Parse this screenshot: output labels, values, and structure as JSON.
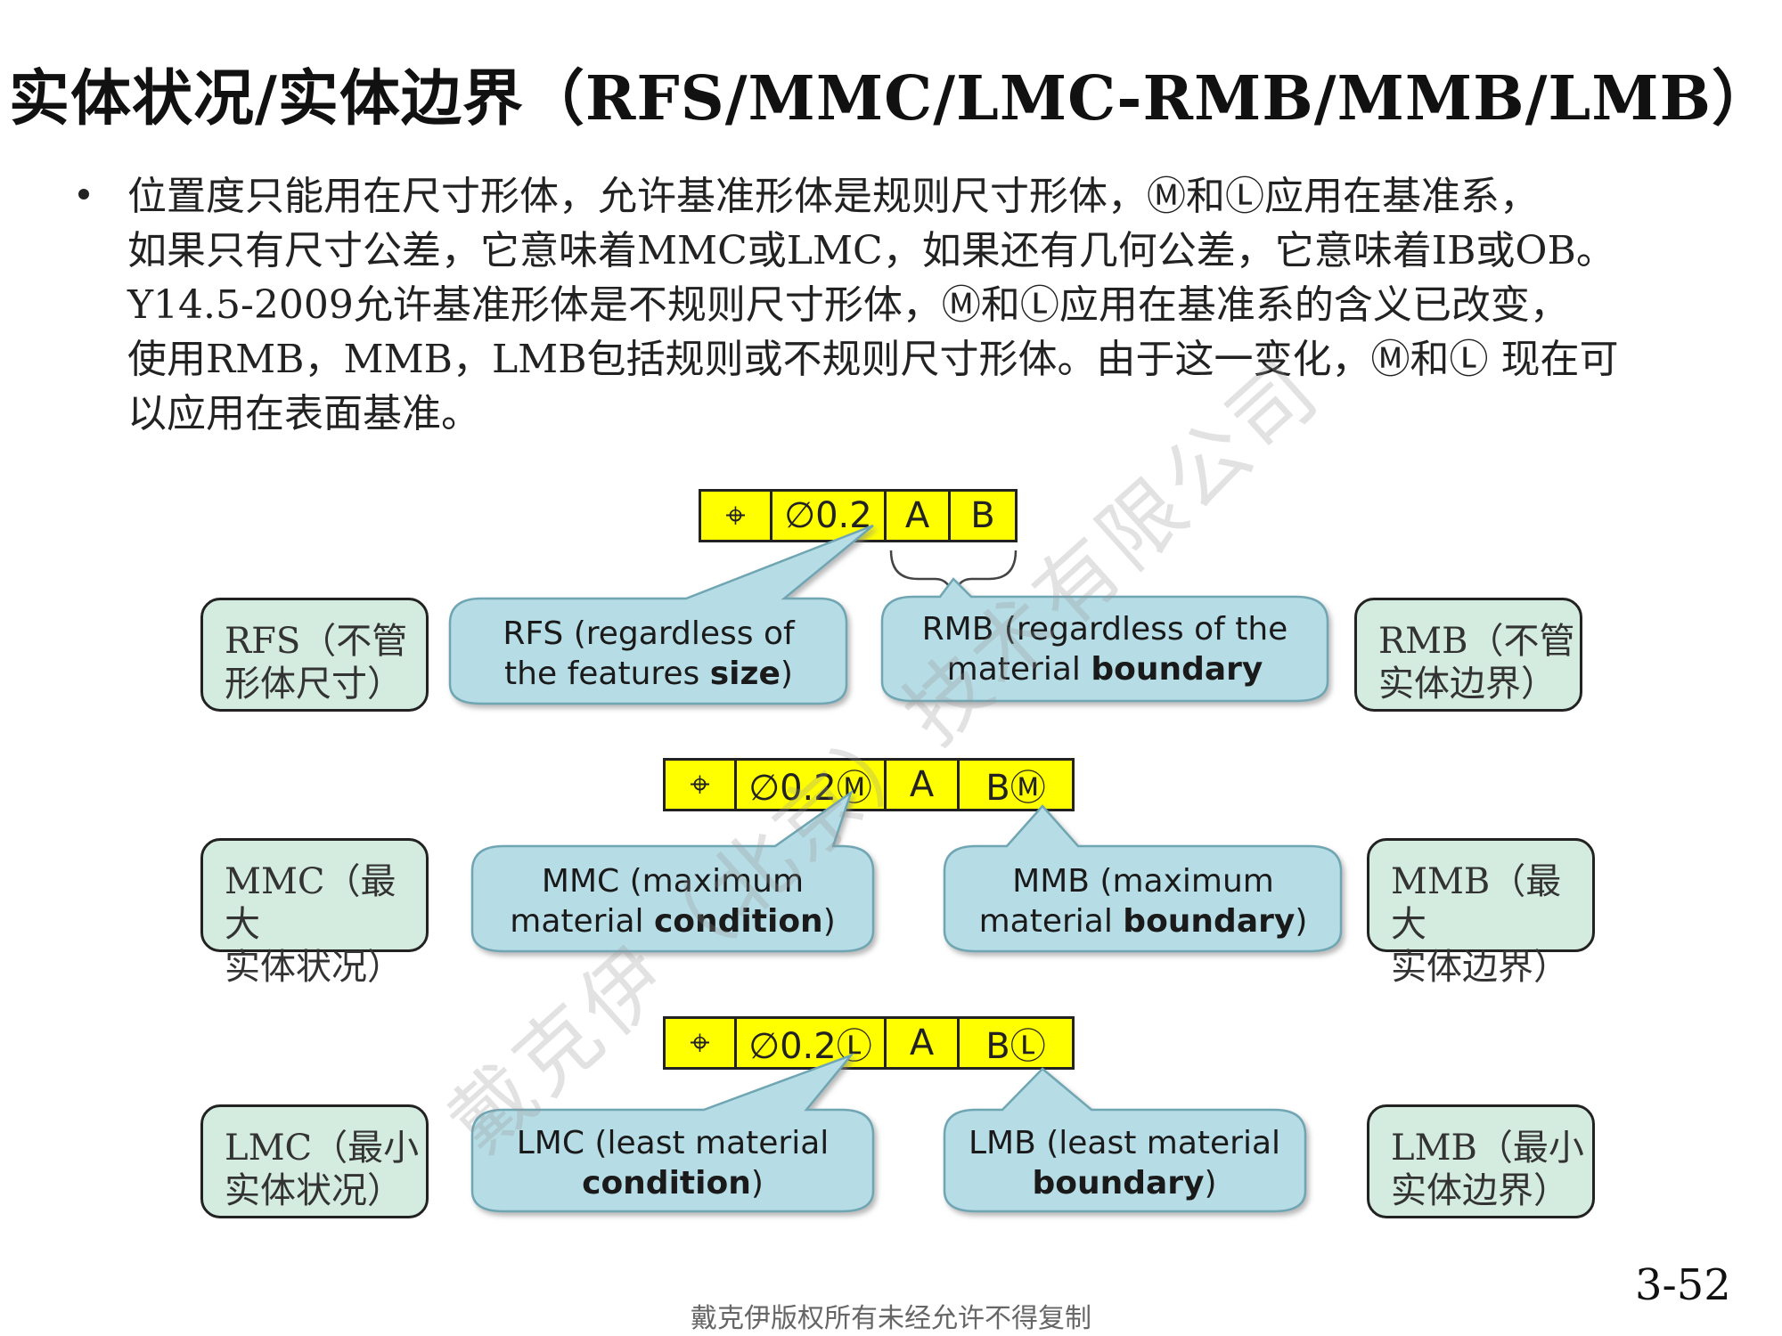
{
  "title": "实体状况/实体边界（RFS/MMC/LMC-RMB/MMB/LMB）",
  "paragraph": {
    "lines": [
      "位置度只能用在尺寸形体，允许基准形体是规则尺寸形体，Ⓜ和Ⓛ应用在基准系，",
      "如果只有尺寸公差，它意味着MMC或LMC，如果还有几何公差，它意味着IB或OB。",
      "Y14.5-2009允许基准形体是不规则尺寸形体，Ⓜ和Ⓛ应用在基准系的含义已改变，",
      "使用RMB，MMB，LMB包括规则或不规则尺寸形体。由于这一变化，Ⓜ和Ⓛ 现在可",
      "以应用在表面基准。"
    ]
  },
  "frames": [
    {
      "symbol": "⌖",
      "tolerance": "∅0.2",
      "datum1": "A",
      "datum2": "B"
    },
    {
      "symbol": "⌖",
      "tolerance": "∅0.2Ⓜ",
      "datum1": "A",
      "datum2": "BⓂ"
    },
    {
      "symbol": "⌖",
      "tolerance": "∅0.2Ⓛ",
      "datum1": "A",
      "datum2": "BⓁ"
    }
  ],
  "callouts": {
    "rfs": {
      "line1": "RFS (regardless of",
      "line2_plain": "the features ",
      "line2_bold": "size",
      "line2_end": ")"
    },
    "rmb": {
      "line1": "RMB (regardless of the",
      "line2_plain": "material ",
      "line2_bold": "boundary",
      "line2_end": ""
    },
    "mmc": {
      "line1": "MMC (maximum",
      "line2_plain": "material ",
      "line2_bold": "condition",
      "line2_end": ")"
    },
    "mmb": {
      "line1": "MMB (maximum",
      "line2_plain": "material ",
      "line2_bold": "boundary",
      "line2_end": ")"
    },
    "lmc": {
      "line1": "LMC (least material",
      "line2_plain": "",
      "line2_bold": "condition",
      "line2_end": ")"
    },
    "lmb": {
      "line1": "LMB (least material",
      "line2_plain": "",
      "line2_bold": "boundary",
      "line2_end": ")"
    }
  },
  "notes": {
    "rfs": {
      "line1": "RFS（不管",
      "line2": "形体尺寸）"
    },
    "rmb": {
      "line1": "RMB（不管",
      "line2": "实体边界）"
    },
    "mmc": {
      "line1": "MMC（最大",
      "line2": "实体状况）"
    },
    "mmb": {
      "line1": "MMB（最大",
      "line2": "实体边界）"
    },
    "lmc": {
      "line1": "LMC（最小",
      "line2": "实体状况）"
    },
    "lmb": {
      "line1": "LMB（最小",
      "line2": "实体边界）"
    }
  },
  "watermark": "戴克伊（北京）技术有限公司",
  "page_number": "3-52",
  "footer": "戴克伊版权所有未经允许不得复制",
  "colors": {
    "frame_fill": "#ffff00",
    "callout_fill": "#b6dde5",
    "note_fill": "#d4ece0"
  }
}
